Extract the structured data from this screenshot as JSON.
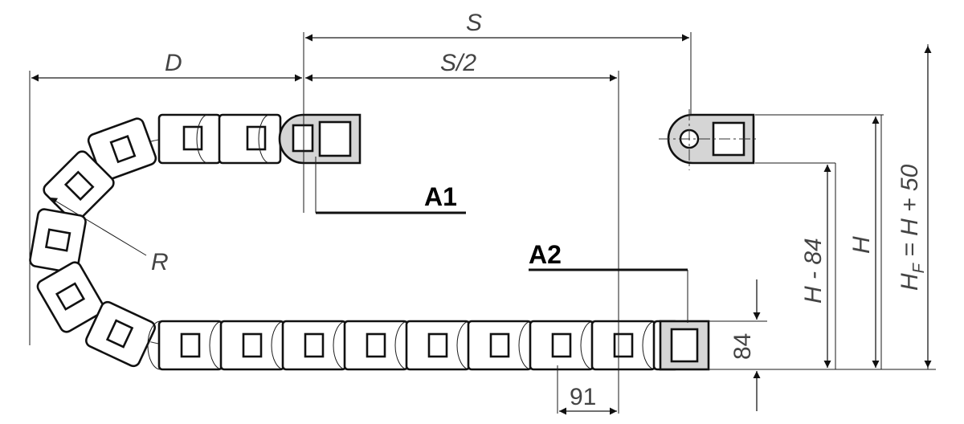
{
  "labels": {
    "S": "S",
    "S_half": "S/2",
    "D": "D",
    "A1": "A1",
    "A2": "A2",
    "R": "R",
    "pitch": "91",
    "link_height": "84",
    "H_minus": "H - 84",
    "H": "H",
    "HF_main": "H",
    "HF_sub": "F",
    "HF_rest": " = H + 50"
  }
}
